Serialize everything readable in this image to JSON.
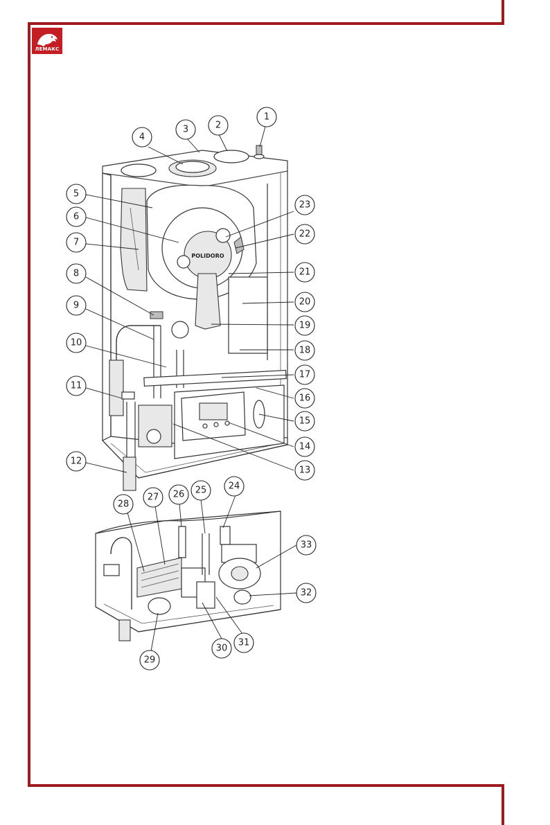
{
  "brand": {
    "logo_text": "ЛЕМАКС",
    "color": "#9e1b20"
  },
  "drawing": {
    "burner_label": "POLIDORO"
  },
  "callouts": [
    {
      "n": "1"
    },
    {
      "n": "2"
    },
    {
      "n": "3"
    },
    {
      "n": "4"
    },
    {
      "n": "5"
    },
    {
      "n": "6"
    },
    {
      "n": "7"
    },
    {
      "n": "8"
    },
    {
      "n": "9"
    },
    {
      "n": "10"
    },
    {
      "n": "11"
    },
    {
      "n": "12"
    },
    {
      "n": "13"
    },
    {
      "n": "14"
    },
    {
      "n": "15"
    },
    {
      "n": "16"
    },
    {
      "n": "17"
    },
    {
      "n": "18"
    },
    {
      "n": "19"
    },
    {
      "n": "20"
    },
    {
      "n": "21"
    },
    {
      "n": "22"
    },
    {
      "n": "23"
    },
    {
      "n": "24"
    },
    {
      "n": "25"
    },
    {
      "n": "26"
    },
    {
      "n": "27"
    },
    {
      "n": "28"
    },
    {
      "n": "29"
    },
    {
      "n": "30"
    },
    {
      "n": "31"
    },
    {
      "n": "32"
    },
    {
      "n": "33"
    }
  ]
}
